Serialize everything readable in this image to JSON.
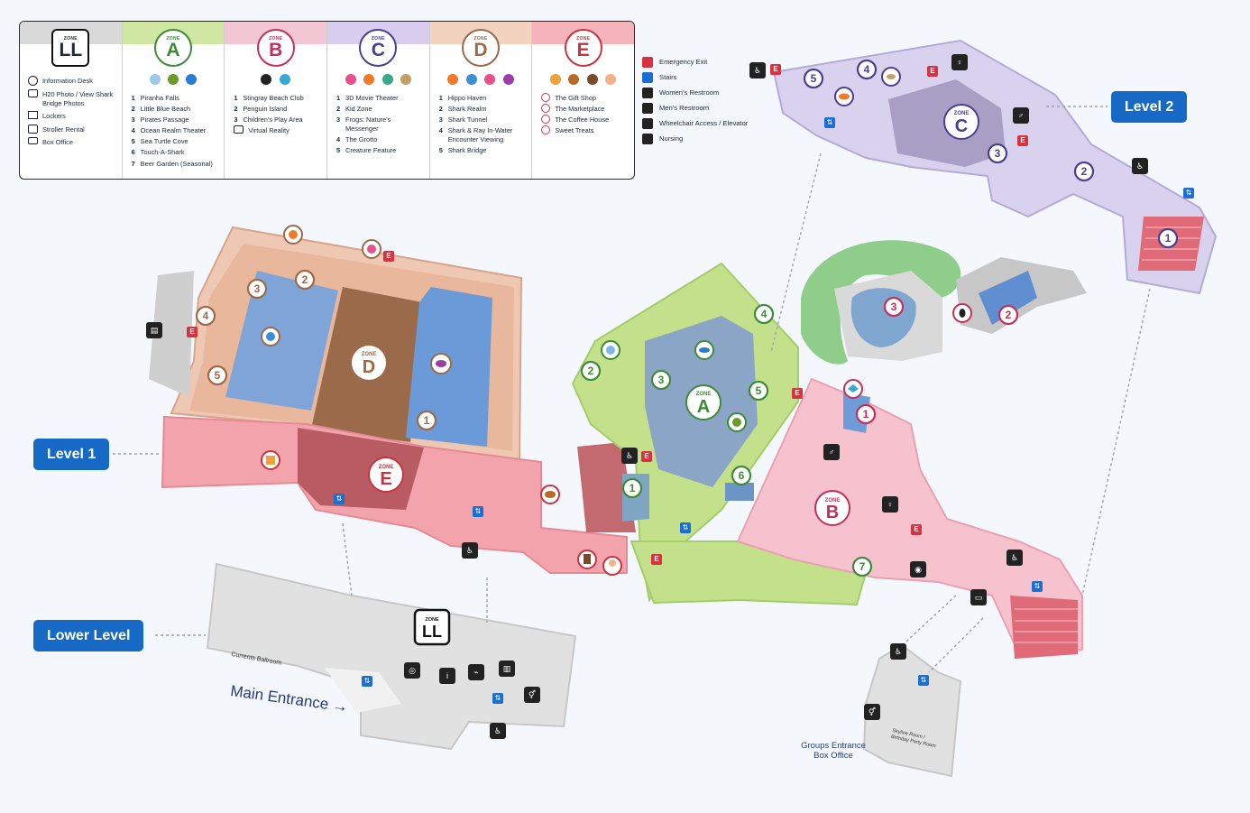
{
  "legend": {
    "zone_word": "ZONE",
    "zones": [
      {
        "letter": "LL",
        "color": "#d9d9d9",
        "badge_color": "#111111",
        "items": [
          {
            "icon": "info-icon",
            "label": "Information Desk"
          },
          {
            "icon": "camera-icon",
            "label": "H20 Photo / View Shark Bridge Photos"
          },
          {
            "icon": "locker-icon",
            "label": "Lockers"
          },
          {
            "icon": "stroller-icon",
            "label": "Stroller Rental"
          },
          {
            "icon": "ticket-icon",
            "label": "Box Office"
          }
        ]
      },
      {
        "letter": "A",
        "color": "#cfe7a3",
        "badge_color": "#3e8a3a",
        "items": [
          "Piranha Falls",
          "Little Blue Beach",
          "Pirates Passage",
          "Ocean Realm Theater",
          "Sea Turtle Cove",
          "Touch-A-Shark",
          "Beer Garden (Seasonal)"
        ]
      },
      {
        "letter": "B",
        "color": "#f2c6d3",
        "badge_color": "#c2305a",
        "items": [
          "Stingray Beach Club",
          "Penguin Island",
          "Children's Play Area",
          "Virtual Reality"
        ]
      },
      {
        "letter": "C",
        "color": "#d9cdef",
        "badge_color": "#4a3f8f",
        "items": [
          "3D Movie Theater",
          "Kid Zone",
          "Frogs: Nature's Messenger",
          "The Grotto",
          "Creature Feature"
        ]
      },
      {
        "letter": "D",
        "color": "#f3d3bf",
        "badge_color": "#9a6a4a",
        "items": [
          "Hippo Haven",
          "Shark Realm",
          "Shark Tunnel",
          "Shark & Ray In-Water Encounter Viewing",
          "Shark Bridge"
        ]
      },
      {
        "letter": "E",
        "color": "#f6b3ba",
        "badge_color": "#c7333f",
        "items": [
          "The Gift Shop",
          "The Marketplace",
          "The Coffee House",
          "Sweet Treats"
        ]
      }
    ],
    "keys": [
      {
        "icon": "emergency-exit-icon",
        "glyph": "E",
        "color": "#d8323f",
        "label": "Emergency Exit"
      },
      {
        "icon": "stairs-icon",
        "glyph": "⇅",
        "color": "#1a6fd1",
        "label": "Stairs"
      },
      {
        "icon": "womens-restroom-icon",
        "glyph": "♀",
        "color": "#222222",
        "label": "Women's Restroom"
      },
      {
        "icon": "mens-restroom-icon",
        "glyph": "♂",
        "color": "#222222",
        "label": "Men's Restroom"
      },
      {
        "icon": "wheelchair-icon",
        "glyph": "♿",
        "color": "#222222",
        "label": "Wheelchair Access / Elevator"
      },
      {
        "icon": "nursing-icon",
        "glyph": "◉",
        "color": "#222222",
        "label": "Nursing"
      }
    ]
  },
  "levels": {
    "level1": "Level 1",
    "level2": "Level 2",
    "lower": "Lower Level"
  },
  "map_labels": {
    "main_entrance": "Main Entrance →",
    "currents_ballroom": "Currents Ballroom",
    "groups_line1": "Groups Entrance",
    "groups_line2": "Box Office",
    "skyline_line1": "Skyline Room /",
    "skyline_line2": "Birthday Party Room"
  },
  "map_zones": {
    "zone_word": "ZONE",
    "A": "A",
    "B": "B",
    "C": "C",
    "D": "D",
    "E": "E",
    "LL": "LL"
  },
  "pins": {
    "A": [
      "1",
      "2",
      "3",
      "4",
      "5",
      "6",
      "7"
    ],
    "B": [
      "1",
      "2",
      "3"
    ],
    "C": [
      "1",
      "2",
      "3",
      "4",
      "5"
    ],
    "D": [
      "1",
      "2",
      "3",
      "4",
      "5"
    ]
  },
  "colors": {
    "zone_a": "#3e8a3a",
    "zone_b": "#c2305a",
    "zone_c": "#4a3f8f",
    "zone_d": "#9a6a4a",
    "zone_e": "#c7333f",
    "level_badge": "#1669c4"
  }
}
